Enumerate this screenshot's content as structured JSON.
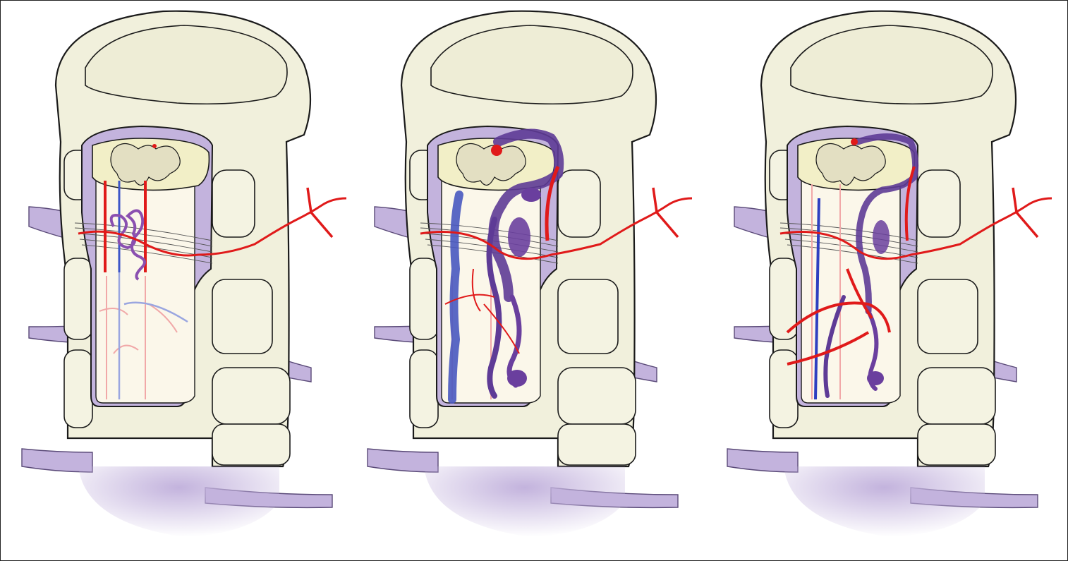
{
  "figure": {
    "panel_count": 3,
    "panels": [
      {
        "variant": "normal"
      },
      {
        "variant": "engorged-veins"
      },
      {
        "variant": "partial"
      }
    ]
  },
  "colors": {
    "bone_fill": "#f1f0dc",
    "bone_stroke": "#1a1a1a",
    "dura_purple": "#c3b3dd",
    "cord_fill": "#fbf7ea",
    "gray_matter": "#e3dfc2",
    "artery_red": "#e01a1a",
    "vein_blue": "#3d56c8",
    "vein_purple": "#5e3b96",
    "faint_pink": "#f1a8a8"
  }
}
